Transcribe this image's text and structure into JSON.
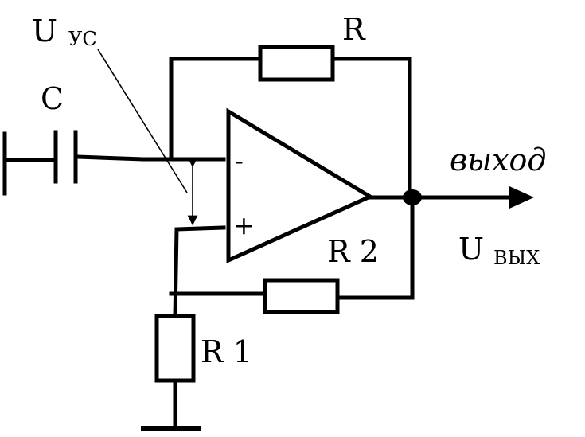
{
  "labels": {
    "u_us_main": "U",
    "u_us_sub": "УС",
    "c": "C",
    "r": "R",
    "minus": "-",
    "plus": "+",
    "vyhod": "выход",
    "r2": "R 2",
    "u_vyh_main": "U",
    "u_vyh_sub": "ВЫХ",
    "r1": "R 1"
  },
  "colors": {
    "line": "#000000",
    "background": "#ffffff"
  }
}
